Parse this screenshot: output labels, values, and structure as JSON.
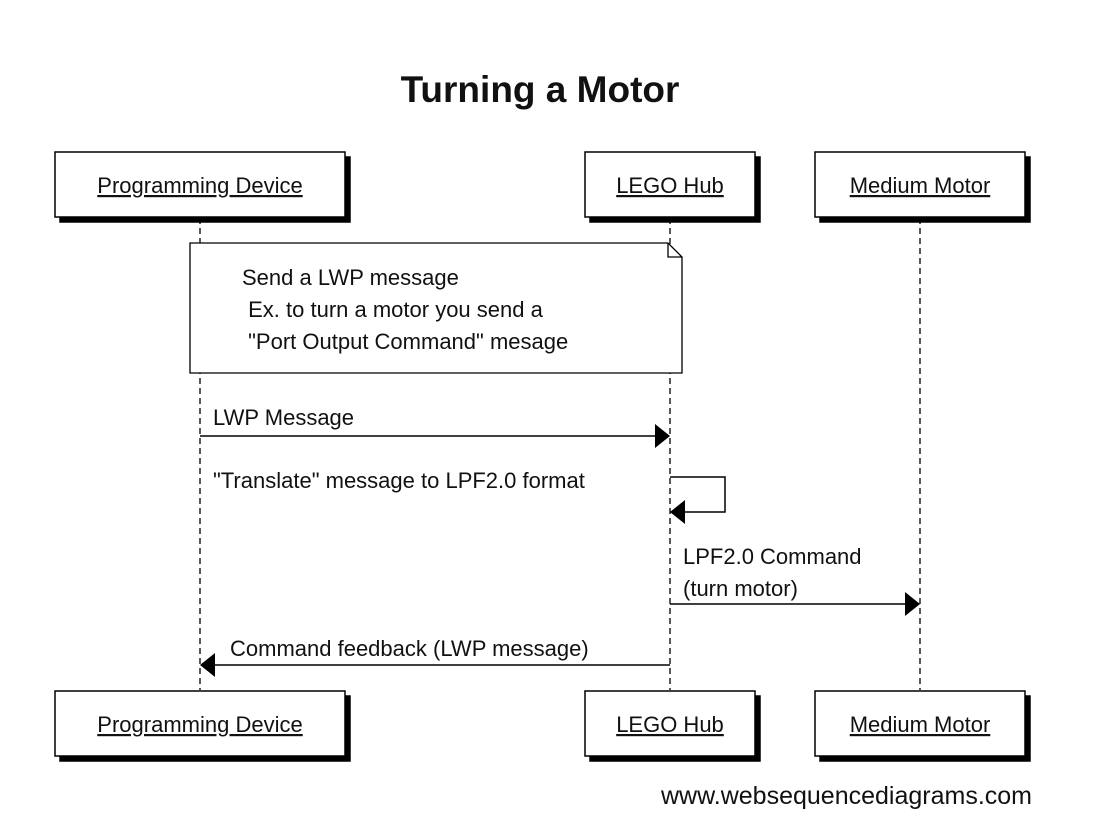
{
  "title": "Turning a Motor",
  "participants": [
    {
      "id": "device",
      "label": "Programming Device"
    },
    {
      "id": "hub",
      "label": "LEGO Hub"
    },
    {
      "id": "motor",
      "label": "Medium Motor"
    }
  ],
  "note": {
    "over": [
      "device",
      "hub"
    ],
    "lines": [
      "Send a LWP message",
      " Ex. to turn a motor you send a",
      " \"Port Output Command\" mesage"
    ]
  },
  "messages": [
    {
      "from": "device",
      "to": "hub",
      "lines": [
        "LWP Message"
      ]
    },
    {
      "from": "hub",
      "to": "hub",
      "lines": [
        "\"Translate\" message to LPF2.0 format"
      ]
    },
    {
      "from": "hub",
      "to": "motor",
      "lines": [
        "LPF2.0 Command",
        "(turn motor)"
      ]
    },
    {
      "from": "hub",
      "to": "device",
      "lines": [
        "Command feedback (LWP message)"
      ]
    }
  ],
  "watermark": "www.websequencediagrams.com"
}
